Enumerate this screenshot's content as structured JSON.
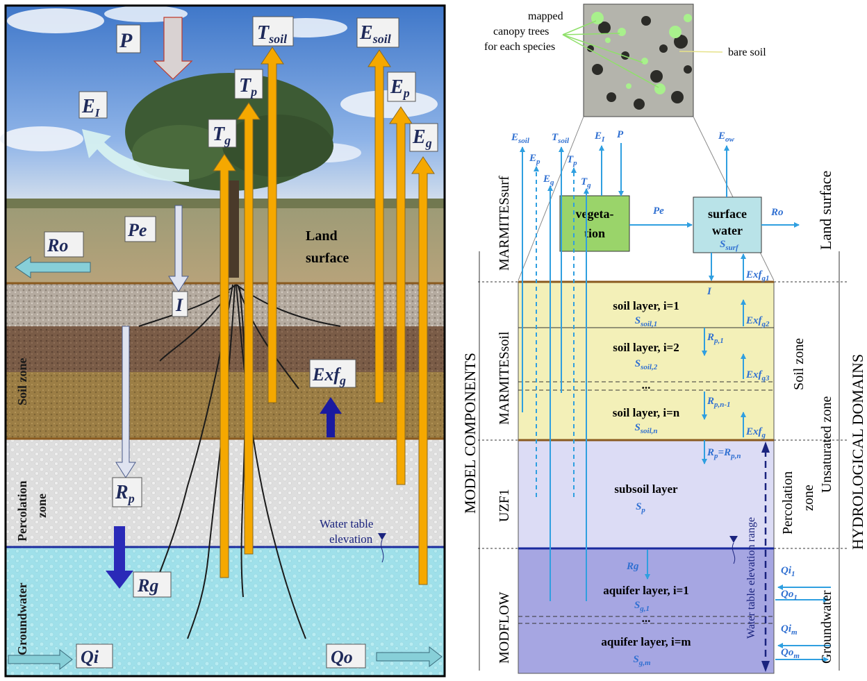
{
  "left": {
    "P": "P",
    "EI_main": "E",
    "EI_sub": "I",
    "Tsoil_main": "T",
    "Tsoil_sub": "soil",
    "Tp_main": "T",
    "Tp_sub": "p",
    "Tg_main": "T",
    "Tg_sub": "g",
    "Esoil_main": "E",
    "Esoil_sub": "soil",
    "Ep_main": "E",
    "Ep_sub": "p",
    "Eg_main": "E",
    "Eg_sub": "g",
    "Pe": "Pe",
    "Ro": "Ro",
    "I": "I",
    "Rp_main": "R",
    "Rp_sub": "p",
    "Exfg_main": "Exf",
    "Exfg_sub": "g",
    "Rg": "Rg",
    "Qi": "Qi",
    "Qo": "Qo",
    "land_surface_1": "Land",
    "land_surface_2": "surface",
    "soil_zone": "Soil zone",
    "percolation_1": "Percolation",
    "percolation_2": "zone",
    "groundwater": "Groundwater",
    "wt_1": "Water table",
    "wt_2": "elevation"
  },
  "right": {
    "photo_label_1": "mapped",
    "photo_label_2": "canopy trees",
    "photo_label_3": "for each species",
    "bare_soil": "bare soil",
    "top_Esoil": "E",
    "top_Esoil_sub": "soil",
    "top_Ep": "E",
    "top_Ep_sub": "p",
    "top_Eg": "E",
    "top_Eg_sub": "g",
    "top_Tsoil": "T",
    "top_Tsoil_sub": "soil",
    "top_Tp": "T",
    "top_Tp_sub": "p",
    "top_Tg": "T",
    "top_Tg_sub": "g",
    "top_EI": "E",
    "top_EI_sub": "I",
    "top_P": "P",
    "top_Eow": "E",
    "top_Eow_sub": "ow",
    "veg_1": "vegeta-",
    "veg_2": "tion",
    "Pe": "Pe",
    "sw_1": "surface",
    "sw_2": "water",
    "Ssurf": "S",
    "Ssurf_sub": "surf",
    "Ro": "Ro",
    "I": "I",
    "Exfg1": "Exf",
    "Exfg1_sub": "g1",
    "Exfg2": "Exf",
    "Exfg2_sub": "g2",
    "Exfg3": "Exf",
    "Exfg3_sub": "g3",
    "Exfg": "Exf",
    "Exfg_sub": "g",
    "soil1": "soil layer, i=1",
    "Ssoil1": "S",
    "Ssoil1_sub": "soil,1",
    "soil2": "soil layer, i=2",
    "Ssoil2": "S",
    "Ssoil2_sub": "soil,2",
    "dots1": "...",
    "soiln": "soil layer, i=n",
    "Ssoiln": "S",
    "Ssoiln_sub": "soil,n",
    "Rp1": "R",
    "Rp1_sub": "p,1",
    "Rpn1": "R",
    "Rpn1_sub": "p,n-1",
    "RpRpn": "R",
    "RpRpn_sub1": "p",
    "RpRpn_eq": "=R",
    "RpRpn_sub2": "p,n",
    "subsoil": "subsoil layer",
    "Sp": "S",
    "Sp_sub": "p",
    "Rg": "Rg",
    "aq1": "aquifer layer, i=1",
    "Sg1": "S",
    "Sg1_sub": "g,1",
    "dots2": "...",
    "aqm": "aquifer layer, i=m",
    "Sgm": "S",
    "Sgm_sub": "g,m",
    "wt_range": "Water table elevation range",
    "Qi1": "Qi",
    "Qi1_sub": "1",
    "Qo1": "Qo",
    "Qo1_sub": "1",
    "Qim": "Qi",
    "Qim_sub": "m",
    "Qom": "Qo",
    "Qom_sub": "m",
    "comp_surf": "MARMITESsurf",
    "comp_soil": "MARMITESsoil",
    "comp_uzf": "UZF1",
    "comp_mf": "MODFLOW",
    "model_components": "MODEL COMPONENTS",
    "dom_land": "Land surface",
    "dom_soil": "Soil zone",
    "dom_unsat": "Unsaturated zone",
    "dom_perc_1": "Percolation",
    "dom_perc_2": "zone",
    "dom_gw": "Groundwater",
    "hydro_domains": "HYDROLOGICAL DOMAINS"
  },
  "colors": {
    "orange_arrow": "#f5a800",
    "sky": "#5b8fd6",
    "soil_yellow": "#f3f0b8",
    "subsoil": "#dcdcf5",
    "aquifer": "#a6a6e2",
    "veg_green": "#9ad46a",
    "surface_water": "#b9e3e8",
    "flux_blue": "#2f9fe0"
  }
}
